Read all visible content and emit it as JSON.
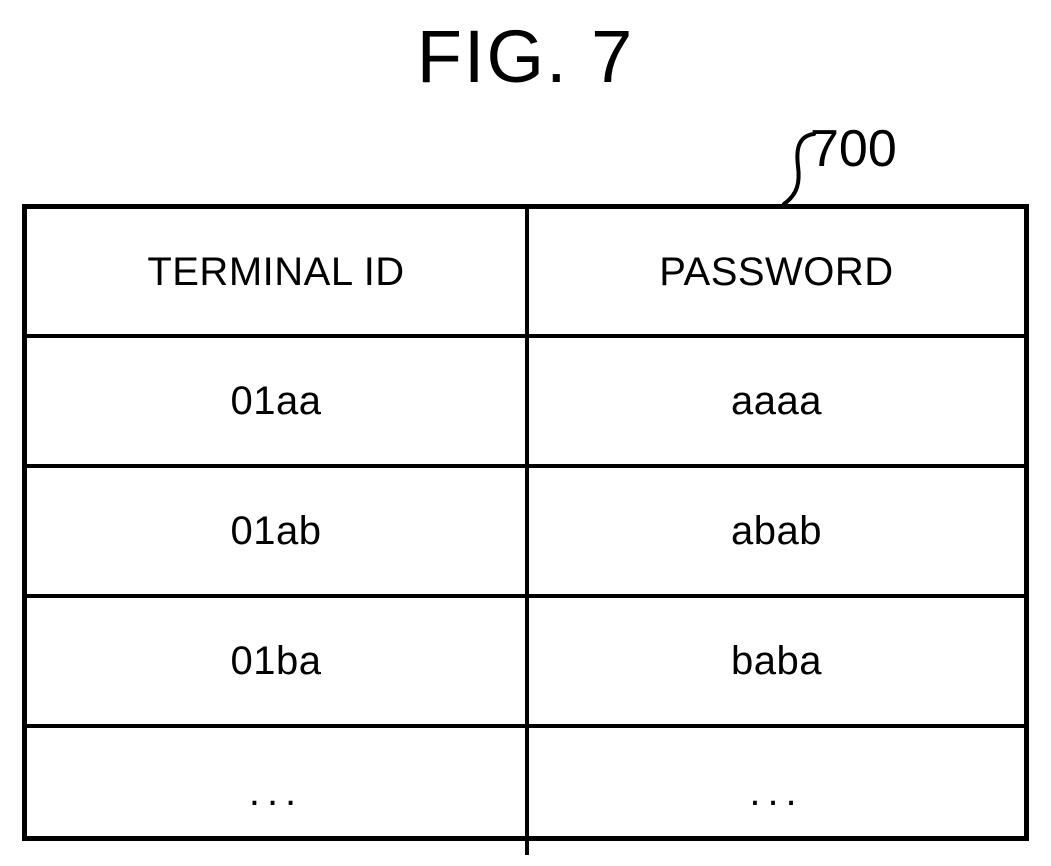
{
  "figure": {
    "title": "FIG. 7",
    "reference_numeral": "700"
  },
  "table": {
    "name": "terminal-id-password-table",
    "columns": [
      "TERMINAL ID",
      "PASSWORD"
    ],
    "rows": [
      {
        "terminal_id": "01aa",
        "password": "aaaa"
      },
      {
        "terminal_id": "01ab",
        "password": "abab"
      },
      {
        "terminal_id": "01ba",
        "password": "baba"
      },
      {
        "terminal_id": "...",
        "password": "..."
      }
    ]
  },
  "colors": {
    "ink": "#000000",
    "paper": "#ffffff"
  }
}
